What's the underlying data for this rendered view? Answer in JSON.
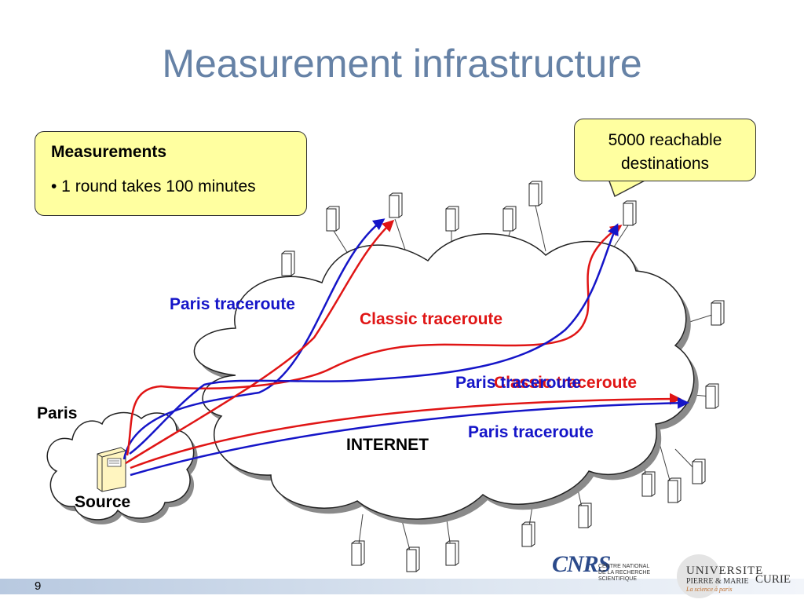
{
  "slide": {
    "title": "Measurement infrastructure",
    "page_number": "9"
  },
  "measurements_box": {
    "heading": "Measurements",
    "bullet": "• 1 round takes 100 minutes"
  },
  "destinations_box": {
    "line1": "5000 reachable",
    "line2": "destinations"
  },
  "labels": {
    "paris": "Paris",
    "source": "Source",
    "internet": "INTERNET",
    "paris_traceroute_top": "Paris traceroute",
    "classic_traceroute_top": "Classic traceroute",
    "paris_traceroute_mid": "Paris traceroute",
    "classic_traceroute_mid": "Classic traceroute",
    "paris_traceroute_bottom": "Paris traceroute"
  },
  "logos": {
    "cnrs_mark": "CNRS",
    "cnrs_line1": "CENTRE NATIONAL",
    "cnrs_line2": "DE LA RECHERCHE",
    "cnrs_line3": "SCIENTIFIQUE",
    "upmc_line1": "UNIVERSITE",
    "upmc_line2": "PIERRE & MARIE",
    "upmc_line3": "CURIE",
    "upmc_tagline": "La science à paris"
  },
  "colors": {
    "title": "#6682a6",
    "paris_traceroute": "#1515c8",
    "classic_traceroute": "#e01515",
    "callout_fill": "#ffffa0"
  }
}
